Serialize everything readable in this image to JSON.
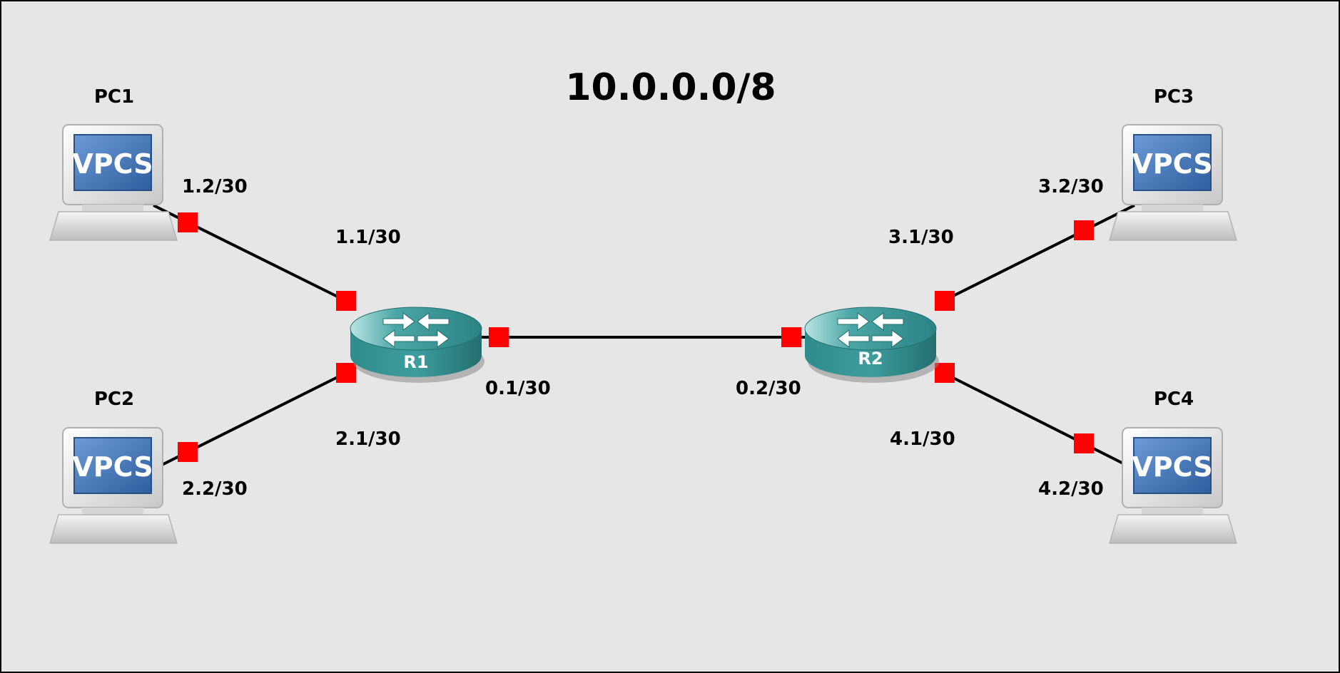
{
  "diagram": {
    "title": "10.0.0.0/8",
    "colors": {
      "background": "#e6e6e6",
      "border": "#000000",
      "link": "#000000",
      "port": "#ff0000",
      "router_body": "#2d8a8a",
      "vpcs_screen": "#3f72b5"
    },
    "routers": [
      {
        "id": "r1",
        "name": "R1",
        "icon": "router-icon"
      },
      {
        "id": "r2",
        "name": "R2",
        "icon": "router-icon"
      }
    ],
    "hosts": [
      {
        "id": "pc1",
        "name": "PC1",
        "screen_text": "VPCS",
        "icon": "vpcs-computer-icon"
      },
      {
        "id": "pc2",
        "name": "PC2",
        "screen_text": "VPCS",
        "icon": "vpcs-computer-icon"
      },
      {
        "id": "pc3",
        "name": "PC3",
        "screen_text": "VPCS",
        "icon": "vpcs-computer-icon"
      },
      {
        "id": "pc4",
        "name": "PC4",
        "screen_text": "VPCS",
        "icon": "vpcs-computer-icon"
      }
    ],
    "links": [
      {
        "from": "pc1",
        "to": "r1",
        "from_label": "1.2/30",
        "to_label": "1.1/30"
      },
      {
        "from": "pc2",
        "to": "r1",
        "from_label": "2.2/30",
        "to_label": "2.1/30"
      },
      {
        "from": "r1",
        "to": "r2",
        "from_label": "0.1/30",
        "to_label": "0.2/30"
      },
      {
        "from": "pc3",
        "to": "r2",
        "from_label": "3.2/30",
        "to_label": "3.1/30"
      },
      {
        "from": "pc4",
        "to": "r2",
        "from_label": "4.2/30",
        "to_label": "4.1/30"
      }
    ]
  }
}
